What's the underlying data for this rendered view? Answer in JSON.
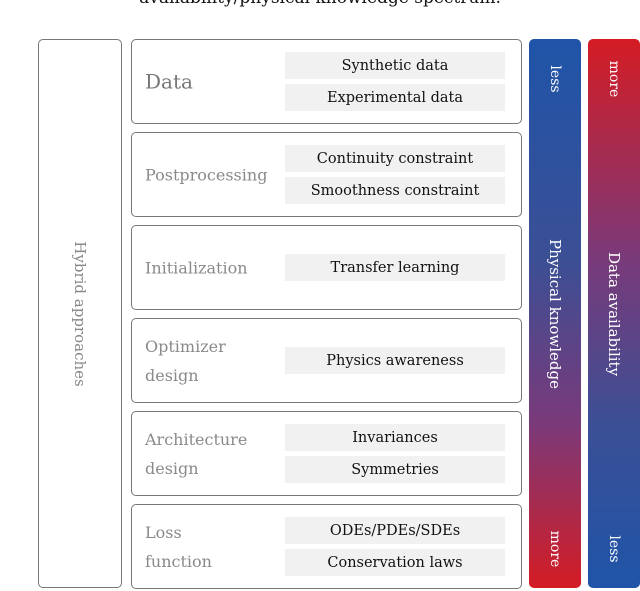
{
  "caption": "availability/physical knowledge spectrum.",
  "hybrid_label": "Hybrid approaches",
  "rows": [
    {
      "label": "Data",
      "items": [
        "Synthetic data",
        "Experimental data"
      ]
    },
    {
      "label": "Postprocessing",
      "items": [
        "Continuity constraint",
        "Smoothness constraint"
      ]
    },
    {
      "label": "Initialization",
      "items": [
        "Transfer learning"
      ]
    },
    {
      "label": "Optimizer\ndesign",
      "items": [
        "Physics awareness"
      ]
    },
    {
      "label": "Architecture\ndesign",
      "items": [
        "Invariances",
        "Symmetries"
      ]
    },
    {
      "label": "Loss\nfunction",
      "items": [
        "ODEs/PDEs/SDEs",
        "Conservation laws"
      ]
    }
  ],
  "physical_bar": {
    "top": "less",
    "title": "Physical knowledge",
    "bottom": "more"
  },
  "data_bar": {
    "top": "more",
    "title": "Data availability",
    "bottom": "less"
  },
  "colors": {
    "blue": "#1f54a8",
    "red": "#d41c24",
    "border": "#777777",
    "item_bg": "#f1f1f1"
  }
}
